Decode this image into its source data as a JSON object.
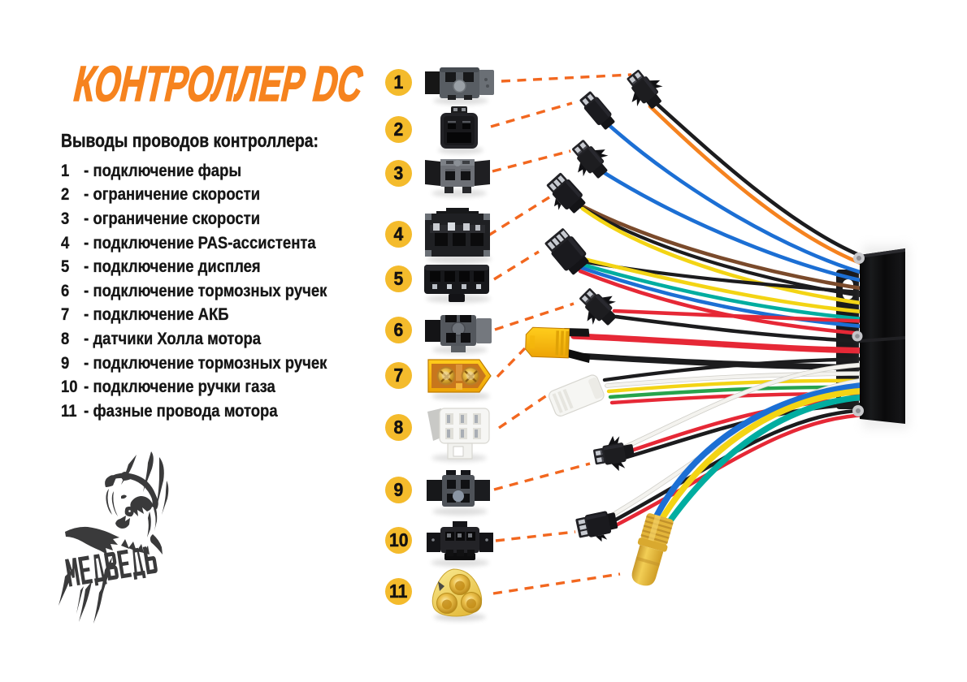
{
  "title": {
    "text": "КОНТРОЛЛЕР DC"
  },
  "legend": {
    "heading": "Выводы проводов контроллера:",
    "items": [
      {
        "num": "1",
        "label": "- подключение фары"
      },
      {
        "num": "2",
        "label": "- ограничение скорости"
      },
      {
        "num": "3",
        "label": "- ограничение скорости"
      },
      {
        "num": "4",
        "label": "- подключение PAS-ассистента"
      },
      {
        "num": "5",
        "label": "- подключение дисплея"
      },
      {
        "num": "6",
        "label": "- подключение тормозных ручек"
      },
      {
        "num": "7",
        "label": "- подключение АКБ"
      },
      {
        "num": "8",
        "label": "- датчики Холла мотора"
      },
      {
        "num": "9",
        "label": "- подключение тормозных ручек"
      },
      {
        "num": "10",
        "label": "- подключение ручки газа"
      },
      {
        "num": "11",
        "label": "- фазные провода мотора"
      }
    ]
  },
  "outputs": [
    {
      "num": "1",
      "connector": "sm-2pin-plug",
      "wires": [
        "wire_orange",
        "wire_black"
      ]
    },
    {
      "num": "2",
      "connector": "sm-2pin-plug",
      "wires": [
        "wire_blue"
      ]
    },
    {
      "num": "3",
      "connector": "sm-2pin-plug",
      "wires": [
        "wire_blue"
      ]
    },
    {
      "num": "4",
      "connector": "sm-3pin-plug",
      "wires": [
        "wire_yellow",
        "wire_black",
        "wire_brown"
      ]
    },
    {
      "num": "5",
      "connector": "sm-5pin-plug",
      "wires": [
        "wire_yellow",
        "wire_black",
        "wire_teal",
        "wire_blue",
        "wire_red"
      ]
    },
    {
      "num": "6",
      "connector": "sm-2pin-plug",
      "wires": [
        "wire_red",
        "wire_black"
      ]
    },
    {
      "num": "7",
      "connector": "xt60-battery-plug",
      "wires": [
        "wire_red",
        "wire_black"
      ]
    },
    {
      "num": "8",
      "connector": "white-6pin-hall-plug",
      "wires": [
        "wire_black",
        "wire_white",
        "wire_yellow",
        "wire_green",
        "wire_red"
      ]
    },
    {
      "num": "9",
      "connector": "sm-2pin-plug",
      "wires": [
        "wire_white",
        "wire_red",
        "wire_black"
      ]
    },
    {
      "num": "10",
      "connector": "sm-3pin-plug",
      "wires": [
        "wire_white",
        "wire_black",
        "wire_red"
      ]
    },
    {
      "num": "11",
      "connector": "mt60-phase-plug",
      "wires": [
        "wire_blue",
        "wire_yellow",
        "wire_teal"
      ]
    }
  ],
  "logo": {
    "text": "МЕДВЕДЬ"
  },
  "palette": {
    "accent_orange": "#f6831e",
    "dash_orange": "#f2671f",
    "badge_yellow": "#f4bb2c",
    "text_dark": "#161616",
    "logo_gray": "#3a3a3b",
    "wire_orange": "#f5821f",
    "wire_blue": "#1c6fd4",
    "wire_brown": "#7a4a2b",
    "wire_yellow": "#f3d414",
    "wire_red": "#e62836",
    "wire_black": "#1c1c1e",
    "wire_white": "#f4f3ef",
    "wire_white_edge": "#cfcec8",
    "wire_green": "#27a34c",
    "wire_teal": "#00ada0",
    "xt60_yellow": "#ffc312",
    "mt60_yellow": "#e3b53a",
    "gold": "#d9a42c",
    "connector_white": "#f5f5f2",
    "controller_black": "#0b0b0c"
  }
}
